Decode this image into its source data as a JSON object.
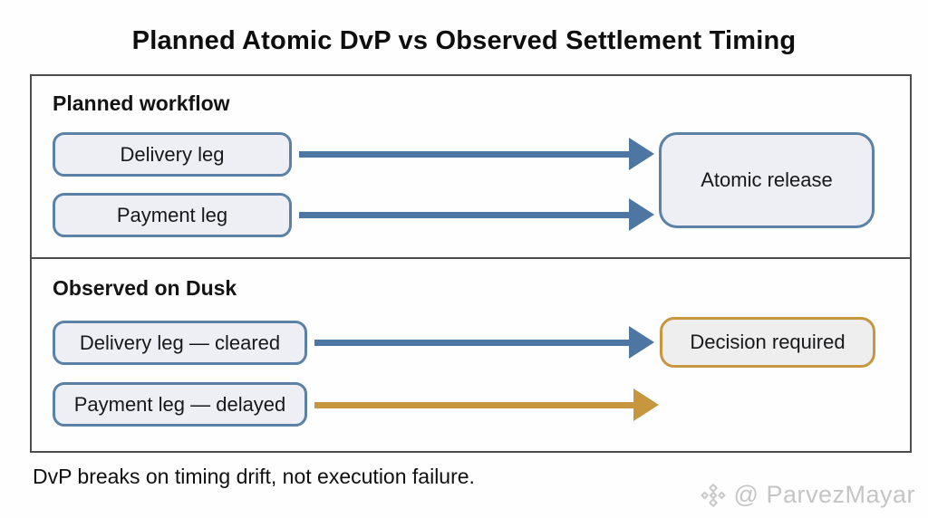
{
  "title": "Planned Atomic DvP vs Observed Settlement Timing",
  "caption": "DvP breaks on timing drift, not execution failure.",
  "watermark": {
    "handle": "@ ParvezMayar",
    "icon": "diamond-logo-icon",
    "color": "#c5c5c5"
  },
  "colors": {
    "arrow_blue": "#4d77a2",
    "arrow_orange": "#c6973f",
    "node_fill": "#edeff4",
    "node_border_blue": "#5b81a6",
    "node_border_orange": "#c6973f",
    "panel_border": "#4d4d4d"
  },
  "panels": [
    {
      "heading": "Planned workflow",
      "nodes": [
        {
          "label": "Delivery leg"
        },
        {
          "label": "Payment leg"
        },
        {
          "label": "Atomic release"
        }
      ],
      "arrows": [
        {
          "from": "Delivery leg",
          "to": "Atomic release",
          "color": "#4d77a2"
        },
        {
          "from": "Payment leg",
          "to": "Atomic release",
          "color": "#4d77a2"
        }
      ]
    },
    {
      "heading": "Observed on Dusk",
      "nodes": [
        {
          "label": "Delivery leg — cleared"
        },
        {
          "label": "Decision required"
        },
        {
          "label": "Payment leg — delayed"
        }
      ],
      "arrows": [
        {
          "from": "Delivery leg — cleared",
          "to": "Decision required",
          "color": "#4d77a2"
        },
        {
          "from": "Payment leg — delayed",
          "to": "",
          "color": "#c6973f"
        }
      ]
    }
  ]
}
